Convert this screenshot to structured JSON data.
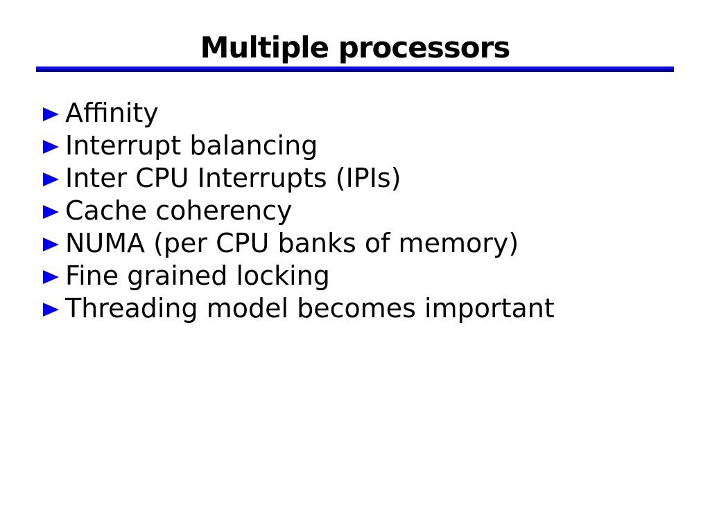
{
  "slide": {
    "title": "Multiple processors",
    "bullets": [
      "Affinity",
      "Interrupt balancing",
      "Inter CPU Interrupts (IPIs)",
      "Cache coherency",
      "NUMA (per CPU banks of memory)",
      "Fine grained locking",
      "Threading model becomes important"
    ],
    "colors": {
      "background": "#ffffff",
      "text": "#000000",
      "bullet": "#0000ee",
      "rule_top": "#0d0df5",
      "rule_bottom": "#000090"
    }
  }
}
